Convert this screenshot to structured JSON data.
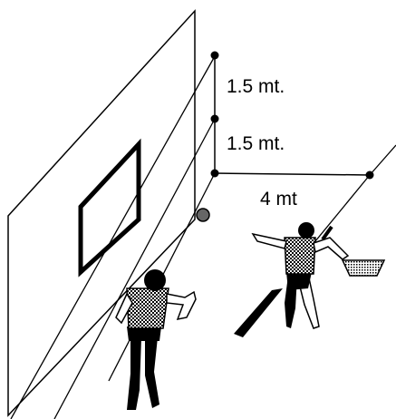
{
  "labels": {
    "upper_height": "1.5 mt.",
    "lower_height": "1.5 mt.",
    "distance": "4 mt"
  },
  "colors": {
    "ink": "#000000",
    "background": "#ffffff",
    "ball": "#666666"
  }
}
